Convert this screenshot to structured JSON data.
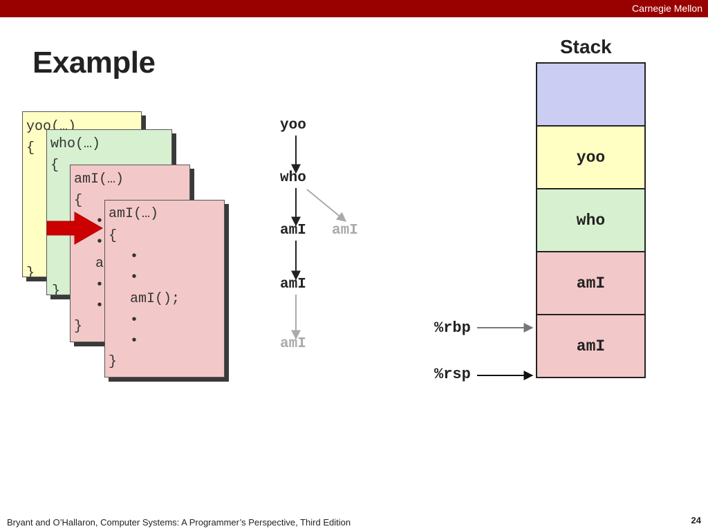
{
  "header": {
    "brand": "Carnegie Mellon",
    "title": "Example"
  },
  "code_cards": {
    "yoo": {
      "sig": "yoo(…)",
      "open": "{",
      "close": "}"
    },
    "who": {
      "sig": "who(…)",
      "open": "{",
      "close": "}"
    },
    "ami1": {
      "sig": "amI(…)",
      "open": "{",
      "bullet": "•",
      "partial": "a",
      "close": "}"
    },
    "ami2": {
      "sig": "amI(…)",
      "open": "{",
      "bullet": "•",
      "call": "amI();",
      "close": "}"
    }
  },
  "call_tree": {
    "nodes": [
      "yoo",
      "who",
      "amI",
      "amI",
      "amI",
      "amI"
    ],
    "edges": [
      {
        "from": 0,
        "to": 1,
        "active": true
      },
      {
        "from": 1,
        "to": 2,
        "active": true
      },
      {
        "from": 1,
        "to": 3,
        "active": false
      },
      {
        "from": 2,
        "to": 4,
        "active": true
      },
      {
        "from": 4,
        "to": 5,
        "active": false
      }
    ],
    "colors": {
      "active": "#222222",
      "inactive": "#aaaaaa"
    }
  },
  "stack": {
    "title": "Stack",
    "frames": [
      {
        "label": "",
        "color": "#cccdf2"
      },
      {
        "label": "yoo",
        "color": "#ffffc4"
      },
      {
        "label": "who",
        "color": "#d6f0d0"
      },
      {
        "label": "amI",
        "color": "#f3c8c8"
      },
      {
        "label": "amI",
        "color": "#f3c8c8"
      }
    ],
    "registers": {
      "rbp": "%rbp",
      "rsp": "%rsp"
    }
  },
  "colors": {
    "bar": "#990000",
    "arrow_red": "#cc0000"
  },
  "footer": {
    "citation": "Bryant and O’Hallaron, Computer Systems: A Programmer’s Perspective, Third Edition",
    "page": "24"
  }
}
